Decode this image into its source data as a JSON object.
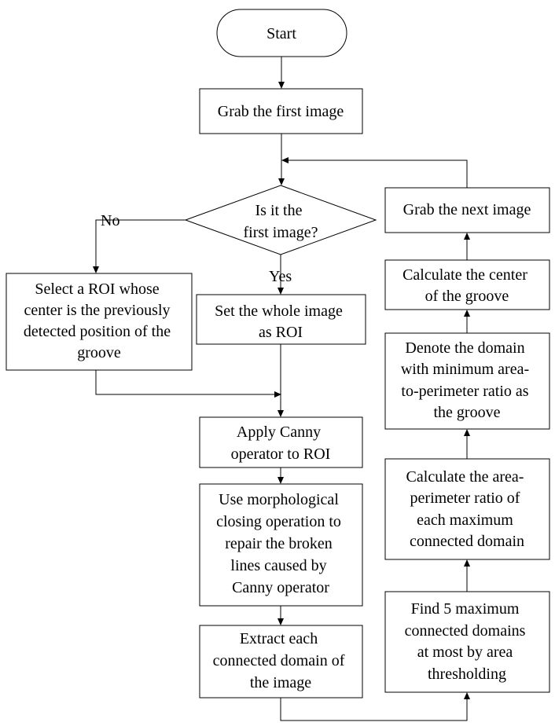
{
  "nodes": {
    "start": [
      "Start"
    ],
    "grab_first": [
      "Grab the first image"
    ],
    "is_first": [
      "Is it the",
      "first image?"
    ],
    "select_roi": [
      "Select a ROI whose",
      "center is the previously",
      "detected position of the",
      "groove"
    ],
    "set_whole": [
      "Set the whole image",
      "as ROI"
    ],
    "canny": [
      "Apply Canny",
      "operator to ROI"
    ],
    "closing": [
      "Use morphological",
      "closing operation to",
      "repair the broken",
      "lines caused by",
      "Canny operator"
    ],
    "extract": [
      "Extract each",
      "connected domain of",
      "the image"
    ],
    "find_max": [
      "Find 5 maximum",
      "connected domains",
      "at most by area",
      "thresholding"
    ],
    "calc_ratio": [
      "Calculate the area-",
      "perimeter ratio of",
      "each maximum",
      "connected domain"
    ],
    "denote": [
      "Denote the domain",
      "with minimum area-",
      "to-perimeter ratio as",
      "the groove"
    ],
    "calc_center": [
      "Calculate the center",
      "of the groove"
    ],
    "grab_next": [
      "Grab the next image"
    ]
  },
  "edge_labels": {
    "no": "No",
    "yes": "Yes"
  }
}
